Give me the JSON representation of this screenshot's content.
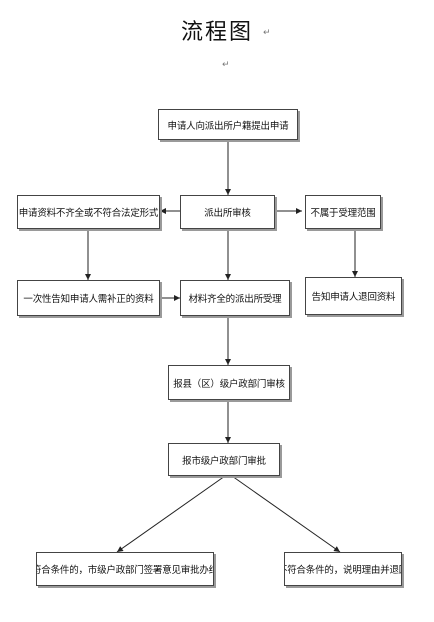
{
  "title": "流程图",
  "nodes": {
    "apply": "申请人向派出所户籍提出申请",
    "incomplete": "申请资料不齐全或不符合法定形式",
    "review": "派出所审核",
    "out_of_scope": "不属于受理范围",
    "notify_supplement": "一次性告知申请人需补正的资料",
    "accept": "材料齐全的派出所受理",
    "notify_return": "告知申请人退回资料",
    "county_review": "报县（区）级户政部门审核",
    "city_approval": "报市级户政部门审批",
    "qualified": "符合条件的，市级户政部门签署意见审批办结",
    "unqualified": "不符合条件的，说明理由并退回"
  }
}
